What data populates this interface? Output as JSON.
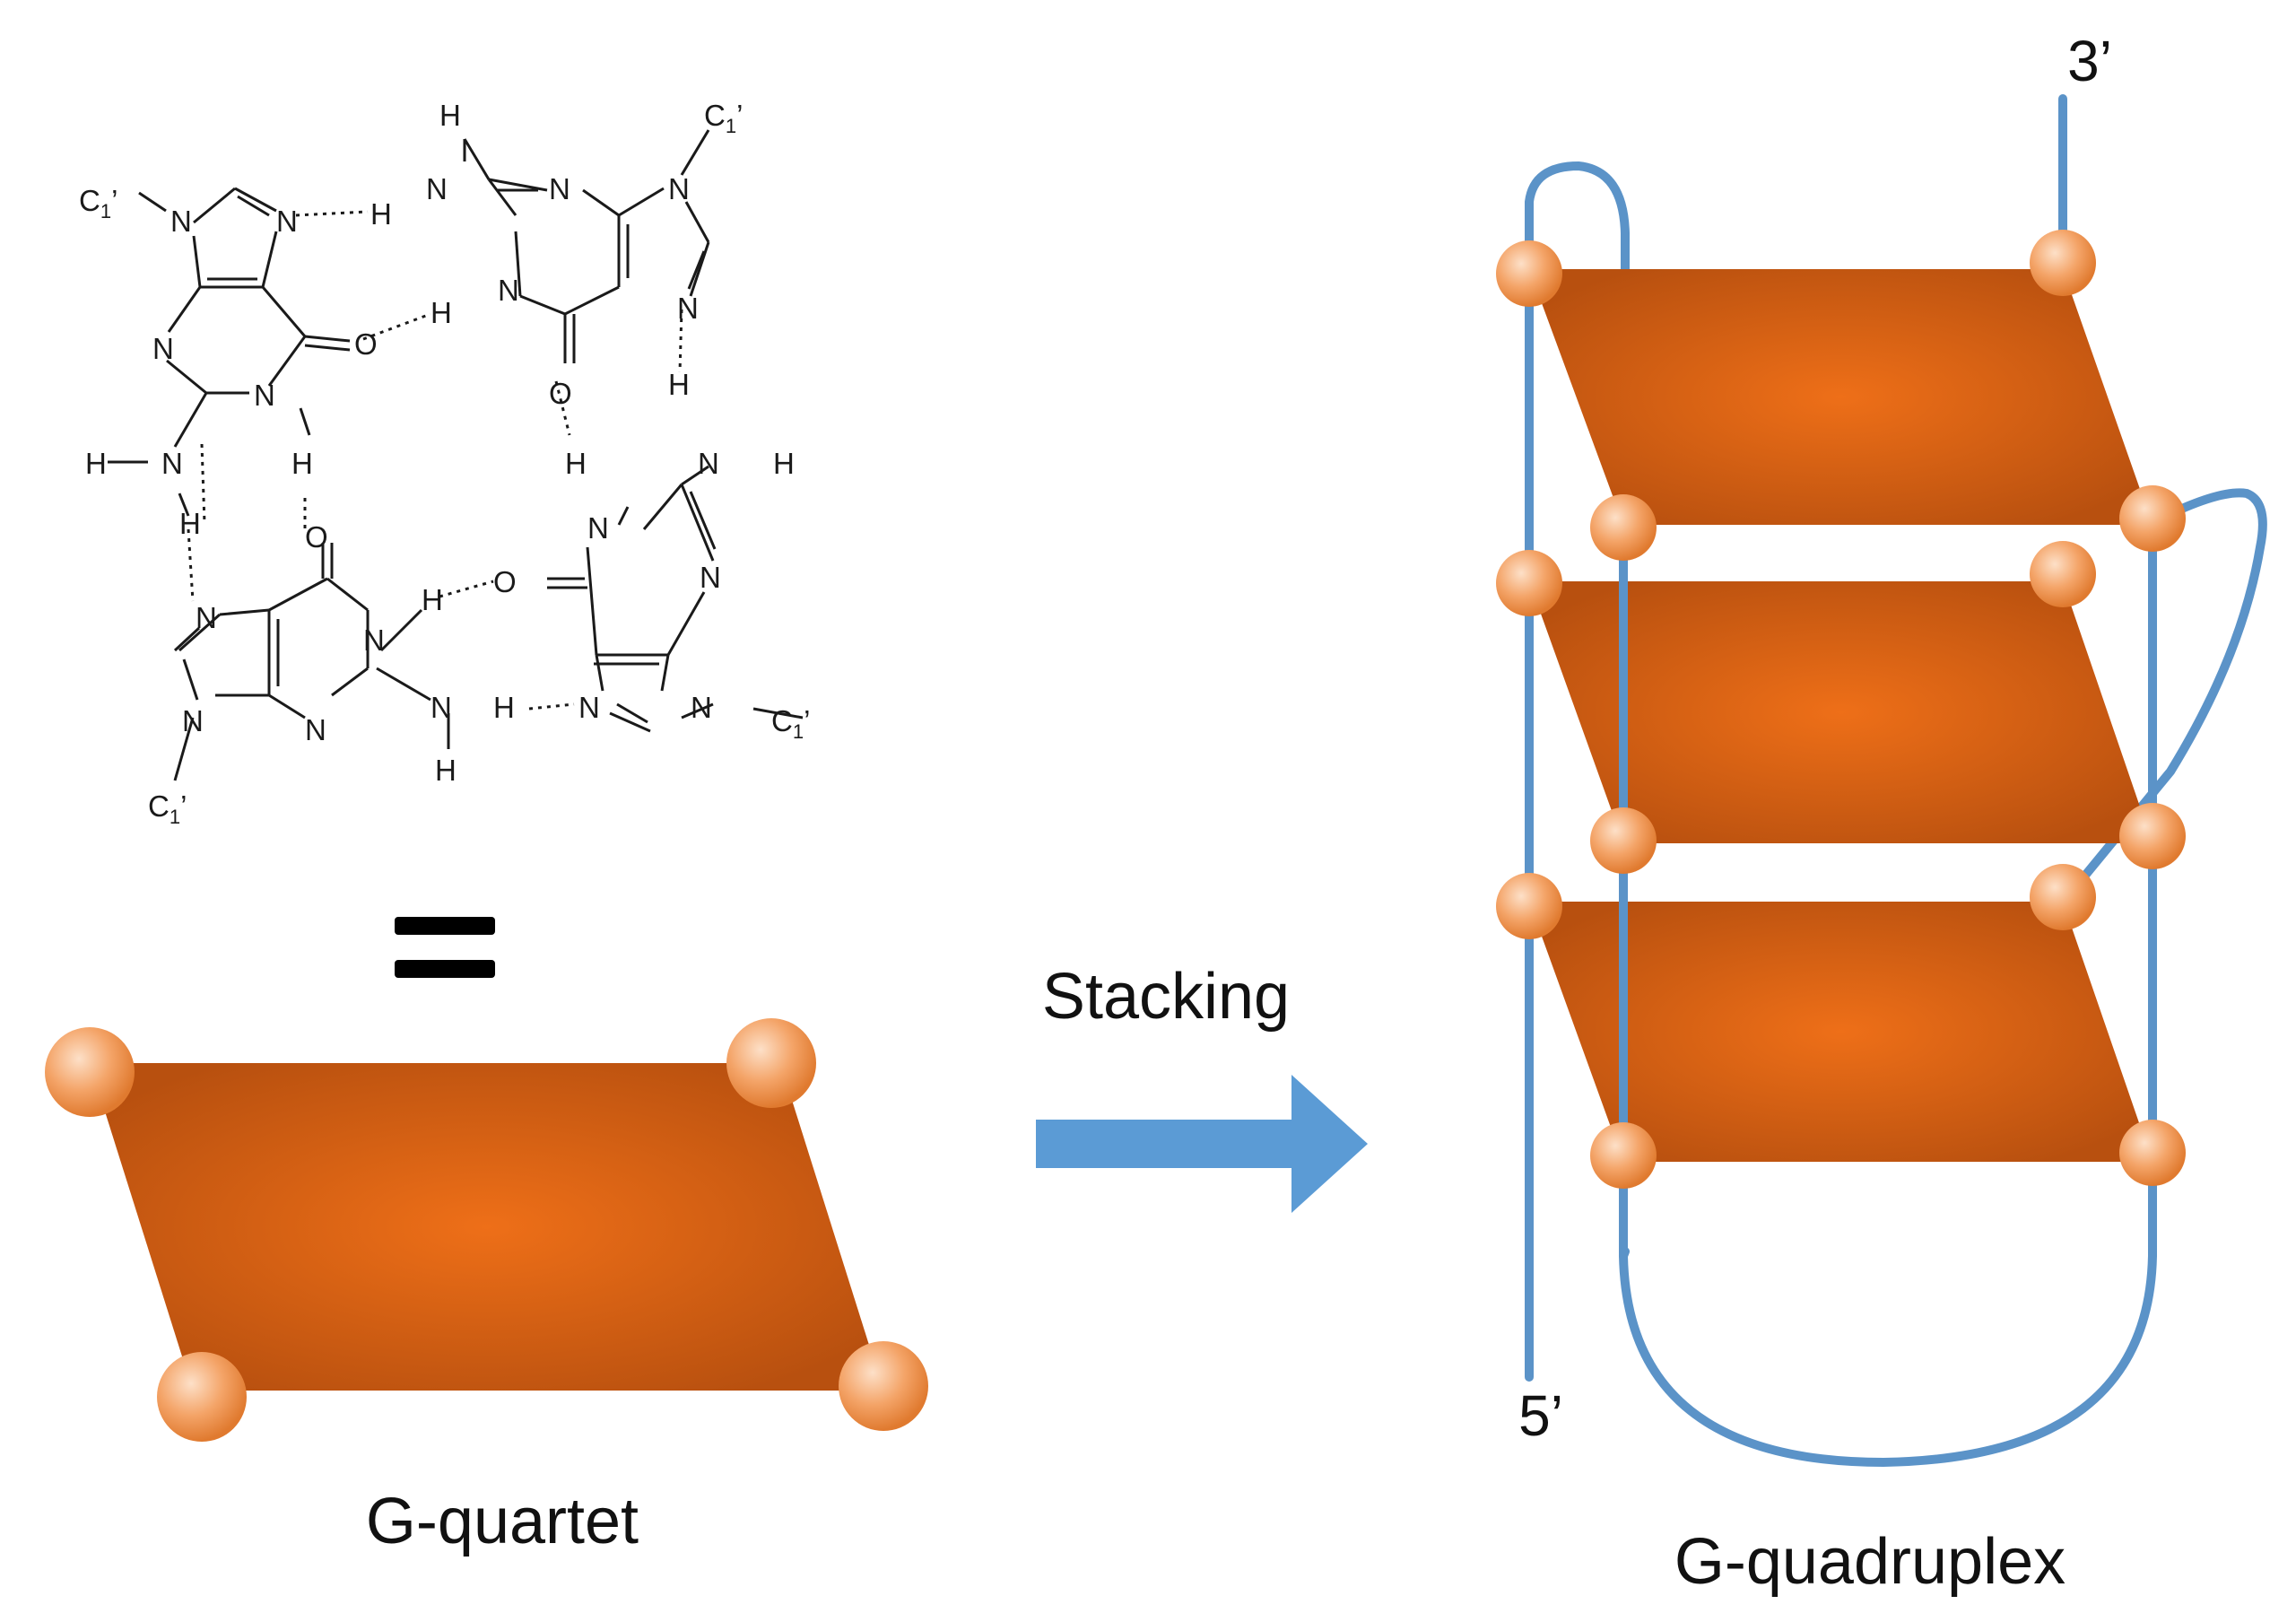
{
  "labels": {
    "g_quartet": "G-quartet",
    "g_quadruplex": "G-quadruplex",
    "stacking": "Stacking",
    "five_prime": "5’",
    "three_prime": "3’",
    "equals": "="
  },
  "atoms": {
    "N": "N",
    "H": "H",
    "O": "O",
    "C": "C",
    "one": "1",
    "prime": "’"
  },
  "colors": {
    "plate_center": "#ee6f18",
    "plate_edge": "#b8500f",
    "bead_light": "#fde0c8",
    "bead_dark": "#e07a2f",
    "strand": "#5b93c8",
    "arrow": "#5b9bd5",
    "bond": "#1a1a1a"
  }
}
